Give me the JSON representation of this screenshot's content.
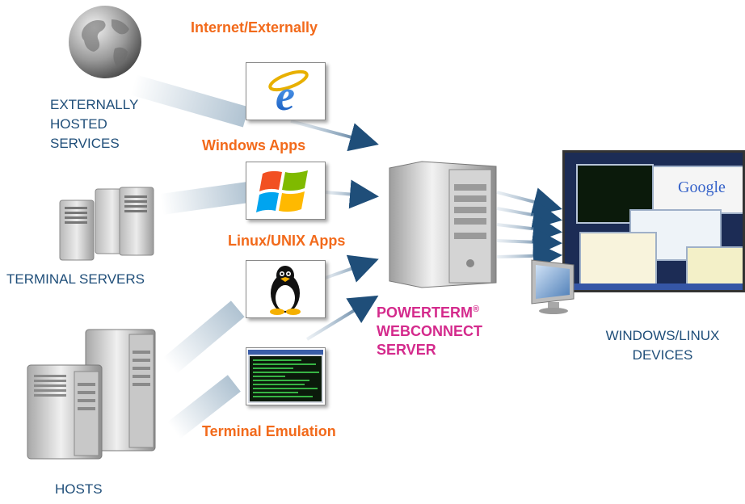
{
  "sources": {
    "external": "EXTERNALLY HOSTED SERVICES",
    "external_lines": [
      "EXTERNALLY",
      "HOSTED",
      "SERVICES"
    ],
    "terminal_servers": "TERMINAL SERVERS",
    "hosts": "HOSTS"
  },
  "apps": {
    "internet": "Internet/Externally",
    "windows": "Windows Apps",
    "linux": "Linux/UNIX Apps",
    "terminal": "Terminal Emulation"
  },
  "server": {
    "line1": "POWERTERM",
    "registered": "®",
    "line2": "WEBCONNECT",
    "line3": "SERVER"
  },
  "devices": {
    "label": "WINDOWS/LINUX DEVICES",
    "line1": "WINDOWS/LINUX",
    "line2": "DEVICES",
    "screen_brand": "Google"
  },
  "colors": {
    "source_text": "#1f4e79",
    "app_text": "#f26a1b",
    "server_text": "#d42a8c",
    "arrow": "#1f4e79"
  },
  "icons": [
    "globe-icon",
    "internet-explorer-icon",
    "windows-logo-icon",
    "tux-penguin-icon",
    "terminal-window-icon",
    "tower-server-icon",
    "monitor-icon"
  ]
}
